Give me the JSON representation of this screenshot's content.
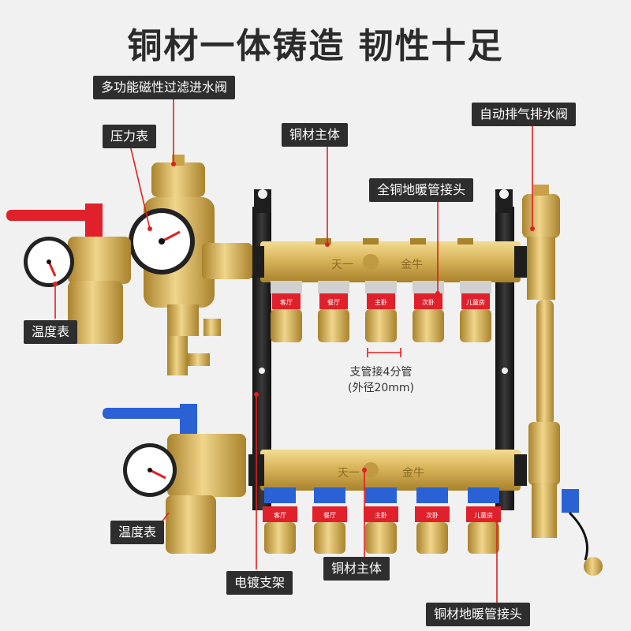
{
  "title": "铜材一体铸造 韧性十足",
  "labels": {
    "valve_filter": "多功能磁性过滤进水阀",
    "pressure_gauge": "压力表",
    "copper_body_top": "铜材主体",
    "auto_exhaust": "自动排气排水阀",
    "floor_joint_top": "全铜地暖管接头",
    "temp_gauge_top": "温度表",
    "temp_gauge_bottom": "温度表",
    "bracket": "电镀支架",
    "copper_body_bottom": "铜材主体",
    "floor_joint_bottom": "铜材地暖管接头"
  },
  "note": {
    "line1": "支管接4分管",
    "line2": "(外径20mm)"
  },
  "brand": {
    "top": [
      "天一",
      "金牛"
    ],
    "bottom": [
      "天一",
      "金牛"
    ]
  },
  "valve_tags_top": [
    "客厅",
    "餐厅",
    "主卧",
    "次卧",
    "儿童房"
  ],
  "valve_tags_bottom": [
    "客厅",
    "餐厅",
    "主卧",
    "次卧",
    "儿童房"
  ],
  "colors": {
    "brass": "#d8b45a",
    "brass_dark": "#a9822c",
    "red_handle": "#e0202a",
    "blue_handle": "#2a62d6",
    "bracket_black": "#1e1e1e",
    "label_bg": "#2e2e2e",
    "accent_line": "#e02020"
  }
}
